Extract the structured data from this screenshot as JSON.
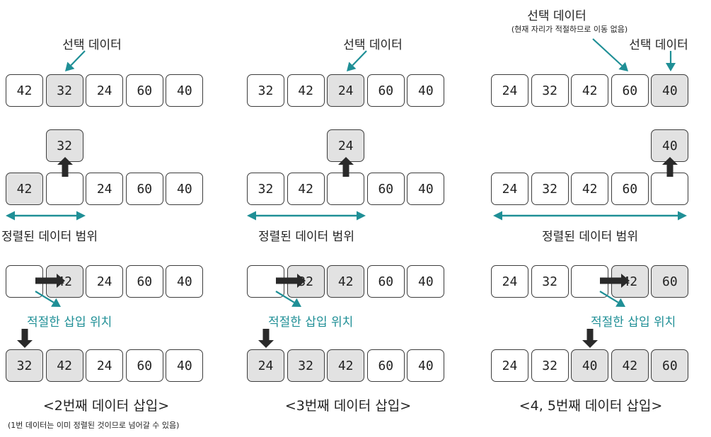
{
  "colors": {
    "teal": "#1f8f96",
    "dark": "#2a2a2a",
    "box_selected_bg": "#e2e2e2",
    "box_border": "#3c3c3c"
  },
  "icons": [
    "teal-arrow-icon",
    "black-up-arrow-icon",
    "black-right-arrow-icon",
    "black-down-arrow-icon",
    "double-arrow-range-icon"
  ],
  "labels": {
    "selected_data": "선택 데이터",
    "sorted_range": "정렬된 데이터 범위",
    "insert_position": "적절한 삽입 위치",
    "no_move_note": "(현재 자리가 적절하므로 이동 없음)"
  },
  "panels": [
    {
      "caption": "<2번째 데이터 삽입>",
      "note": "(1번 데이터는 이미 정렬된 것이므로 넘어갈 수 있음)",
      "row1": [
        {
          "v": "42",
          "s": false
        },
        {
          "v": "32",
          "s": true
        },
        {
          "v": "24",
          "s": false
        },
        {
          "v": "60",
          "s": false
        },
        {
          "v": "40",
          "s": false
        }
      ],
      "lifted": "32",
      "row2": [
        {
          "v": "42",
          "s": true
        },
        {
          "v": "",
          "s": false
        },
        {
          "v": "24",
          "s": false
        },
        {
          "v": "60",
          "s": false
        },
        {
          "v": "40",
          "s": false
        }
      ],
      "row3": [
        {
          "v": "",
          "s": false
        },
        {
          "v": "42",
          "s": true
        },
        {
          "v": "24",
          "s": false
        },
        {
          "v": "60",
          "s": false
        },
        {
          "v": "40",
          "s": false
        }
      ],
      "row4": [
        {
          "v": "32",
          "s": true
        },
        {
          "v": "42",
          "s": true
        },
        {
          "v": "24",
          "s": false
        },
        {
          "v": "60",
          "s": false
        },
        {
          "v": "40",
          "s": false
        }
      ]
    },
    {
      "caption": "<3번째 데이터 삽입>",
      "row1": [
        {
          "v": "32",
          "s": false
        },
        {
          "v": "42",
          "s": false
        },
        {
          "v": "24",
          "s": true
        },
        {
          "v": "60",
          "s": false
        },
        {
          "v": "40",
          "s": false
        }
      ],
      "lifted": "24",
      "row2": [
        {
          "v": "32",
          "s": false
        },
        {
          "v": "42",
          "s": false
        },
        {
          "v": "",
          "s": false
        },
        {
          "v": "60",
          "s": false
        },
        {
          "v": "40",
          "s": false
        }
      ],
      "row3": [
        {
          "v": "",
          "s": false
        },
        {
          "v": "32",
          "s": true
        },
        {
          "v": "42",
          "s": true
        },
        {
          "v": "60",
          "s": false
        },
        {
          "v": "40",
          "s": false
        }
      ],
      "row4": [
        {
          "v": "24",
          "s": true
        },
        {
          "v": "32",
          "s": true
        },
        {
          "v": "42",
          "s": true
        },
        {
          "v": "60",
          "s": false
        },
        {
          "v": "40",
          "s": false
        }
      ]
    },
    {
      "caption": "<4, 5번째 데이터 삽입>",
      "row1": [
        {
          "v": "24",
          "s": false
        },
        {
          "v": "32",
          "s": false
        },
        {
          "v": "42",
          "s": false
        },
        {
          "v": "60",
          "s": false
        },
        {
          "v": "40",
          "s": true
        }
      ],
      "lifted": "40",
      "row2": [
        {
          "v": "24",
          "s": false
        },
        {
          "v": "32",
          "s": false
        },
        {
          "v": "42",
          "s": false
        },
        {
          "v": "60",
          "s": false
        },
        {
          "v": "",
          "s": false
        }
      ],
      "row3": [
        {
          "v": "24",
          "s": false
        },
        {
          "v": "32",
          "s": false
        },
        {
          "v": "",
          "s": false
        },
        {
          "v": "42",
          "s": true
        },
        {
          "v": "60",
          "s": true
        }
      ],
      "row4": [
        {
          "v": "24",
          "s": false
        },
        {
          "v": "32",
          "s": false
        },
        {
          "v": "40",
          "s": true
        },
        {
          "v": "42",
          "s": true
        },
        {
          "v": "60",
          "s": true
        }
      ]
    }
  ]
}
